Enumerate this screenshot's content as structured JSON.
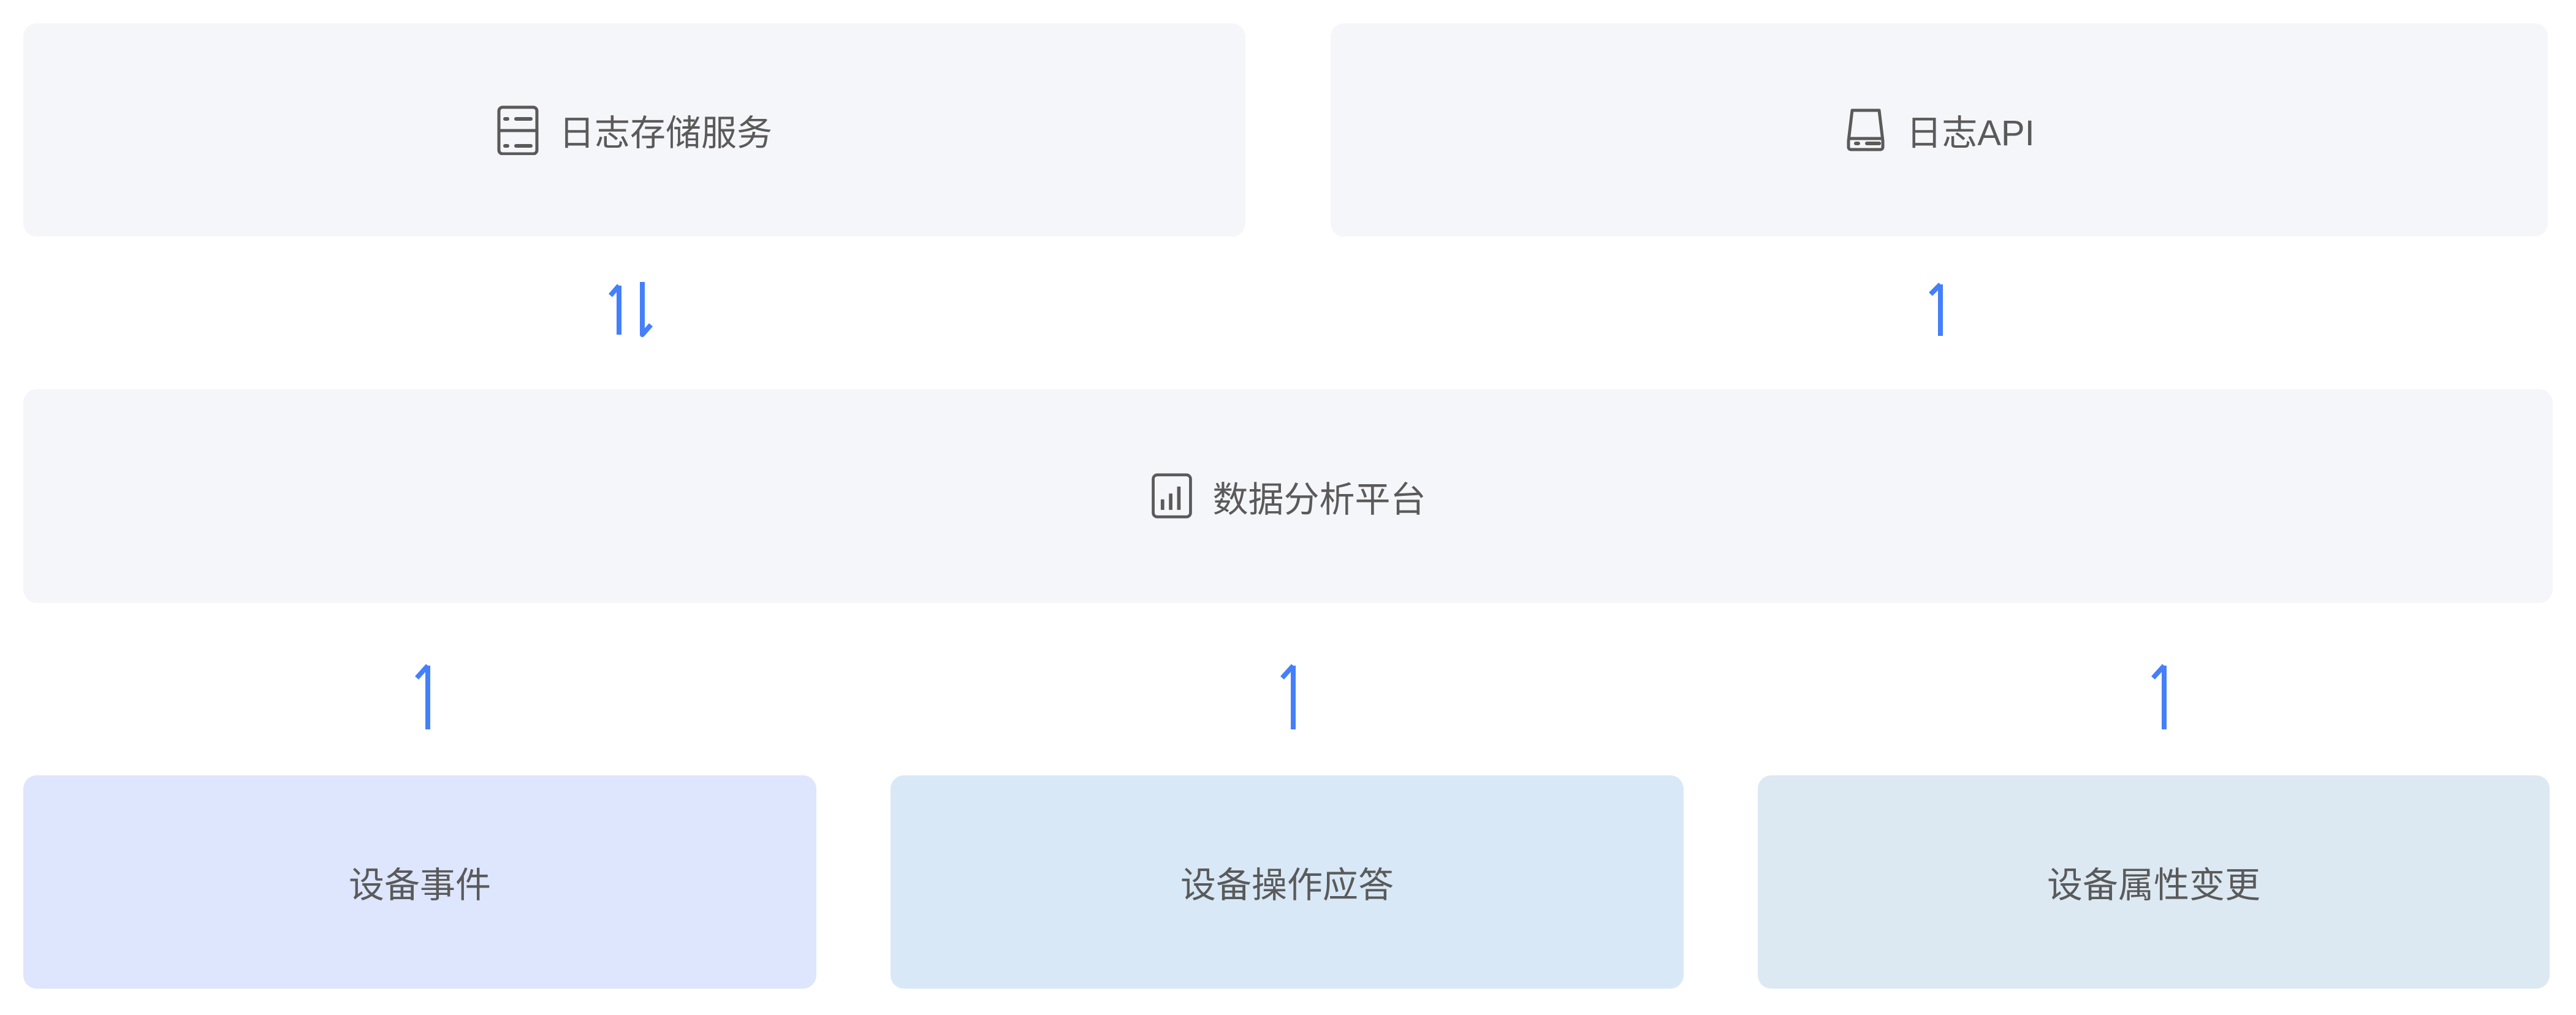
{
  "nodes": {
    "log_storage": {
      "label": "日志存储服务",
      "icon": "server-icon"
    },
    "log_api": {
      "label": "日志API",
      "icon": "hard-drive-icon"
    },
    "analytics": {
      "label": "数据分析平台",
      "icon": "bar-chart-icon"
    },
    "device_event": {
      "label": "设备事件"
    },
    "device_op_reply": {
      "label": "设备操作应答"
    },
    "device_prop_change": {
      "label": "设备属性变更"
    }
  },
  "edges": [
    {
      "from": "analytics",
      "to": "log_storage",
      "direction": "bidirectional"
    },
    {
      "from": "analytics",
      "to": "log_api",
      "direction": "up"
    },
    {
      "from": "device_event",
      "to": "analytics",
      "direction": "up"
    },
    {
      "from": "device_op_reply",
      "to": "analytics",
      "direction": "up"
    },
    {
      "from": "device_prop_change",
      "to": "analytics",
      "direction": "up"
    }
  ],
  "colors": {
    "node_gray": "#f5f6fa",
    "node_event": "#dde6fd",
    "node_reply": "#d8e8f6",
    "node_prop": "#dce9f3",
    "arrow": "#447ffc",
    "text": "#5a5a5a"
  }
}
